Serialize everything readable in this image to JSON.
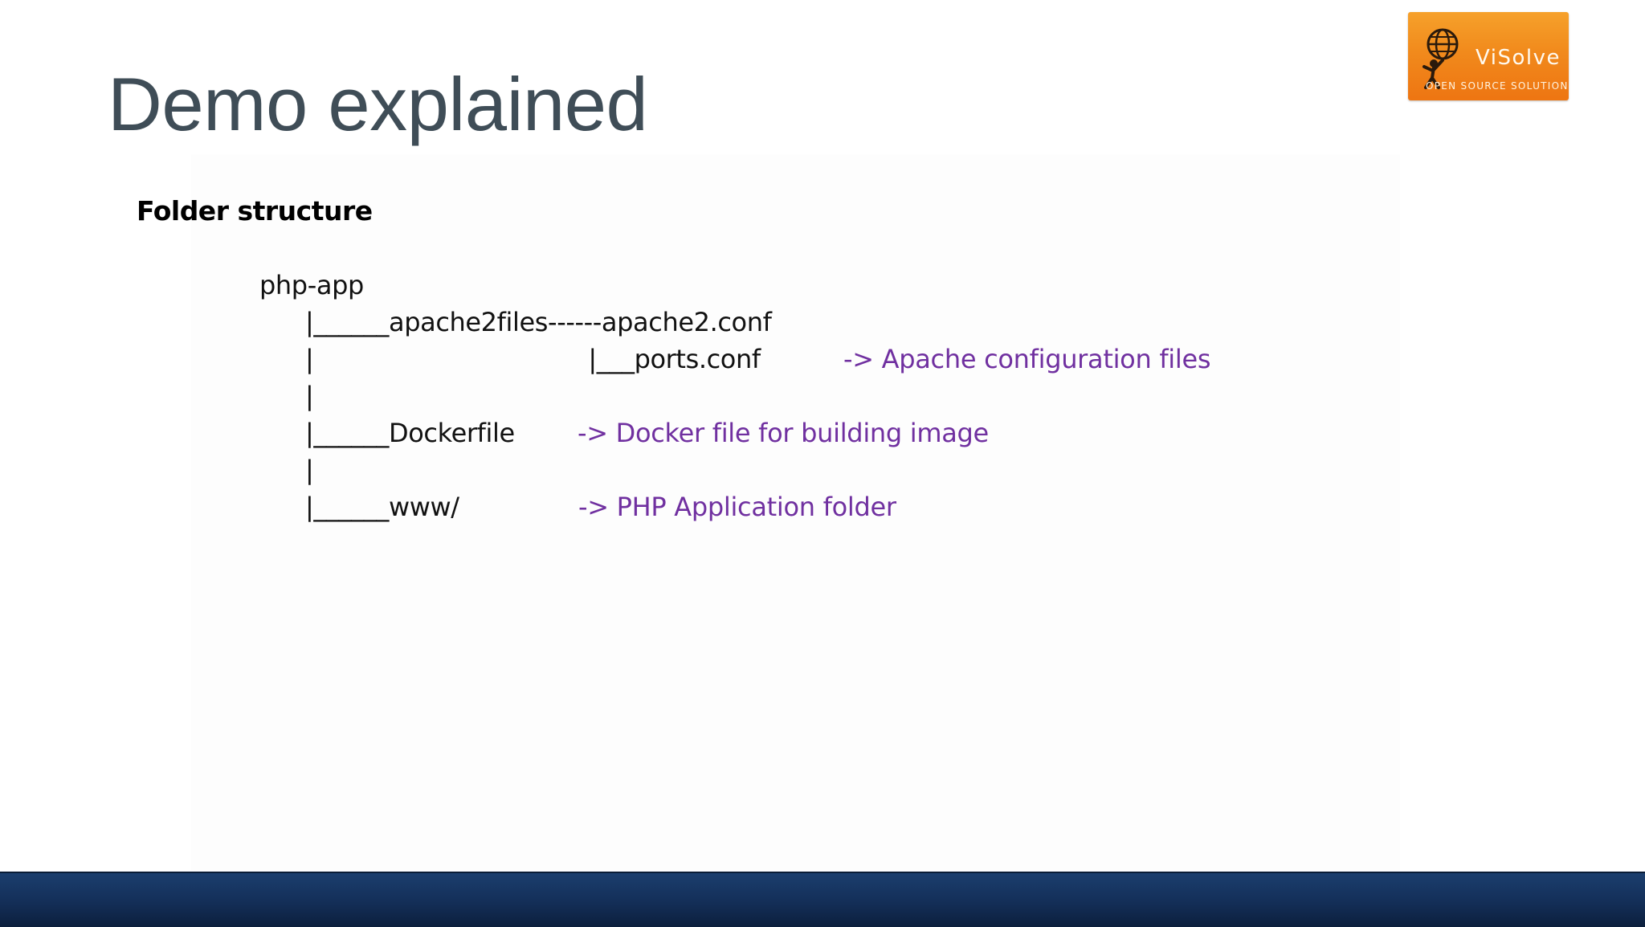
{
  "title": "Demo explained",
  "section_heading": "Folder structure",
  "logo": {
    "name": "ViSolve",
    "tagline": "OPEN SOURCE SOLUTIONS",
    "icon": "globe-figure-icon",
    "color": "#f18a1c"
  },
  "tree": {
    "lines": [
      "php-app",
      "|______apache2files------apache2.conf",
      "|                                   |___ports.conf",
      "|",
      "|______Dockerfile",
      "|",
      "|______www/"
    ]
  },
  "notes": {
    "apache": "-> Apache configuration files",
    "docker": "-> Docker file for building image",
    "php": "-> PHP Application folder",
    "color": "#7030a0"
  },
  "footer": {
    "color": "#14305a"
  }
}
